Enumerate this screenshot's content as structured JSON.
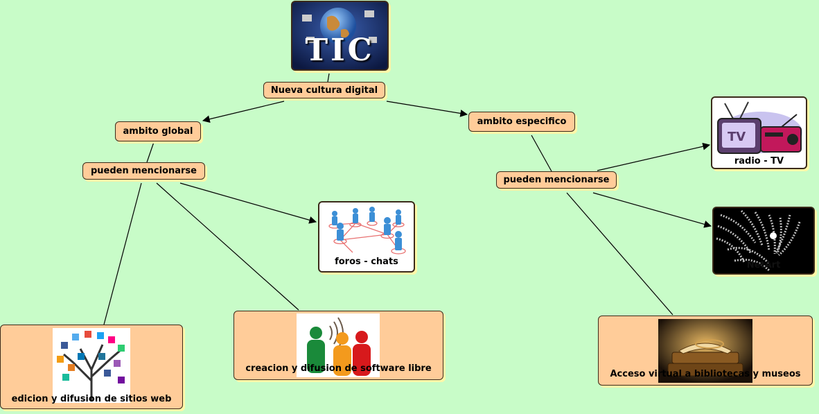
{
  "colors": {
    "background": "#c8fcc8",
    "node_fill": "#ffcc99",
    "node_border": "#3b2a1a",
    "shadow": "#fff7a8"
  },
  "nodes": {
    "tic": {
      "label": "TIC",
      "image": "globe-and-computers-icon"
    },
    "cultura": {
      "label": "Nueva cultura digital"
    },
    "global": {
      "label": "ambito global"
    },
    "global_mencion": {
      "label": "pueden mencionarse"
    },
    "especifico": {
      "label": "ambito especifico"
    },
    "especifico_mencion": {
      "label": "pueden mencionarse"
    },
    "foros": {
      "label": "foros - chats",
      "image": "network-people-icon"
    },
    "software": {
      "label": "creacion y difusion de software libre",
      "image": "people-silhouettes-icon"
    },
    "sitios": {
      "label": "edicion y difusion de sitios web",
      "image": "social-media-tree-icon"
    },
    "radio": {
      "label": "radio - TV",
      "image": "tv-radio-icon"
    },
    "netart": {
      "label": "NetArt",
      "image": "ascii-zebra-icon"
    },
    "museos": {
      "label": "Acceso virtual a bibliotecas y museos",
      "image": "old-books-icon"
    }
  }
}
